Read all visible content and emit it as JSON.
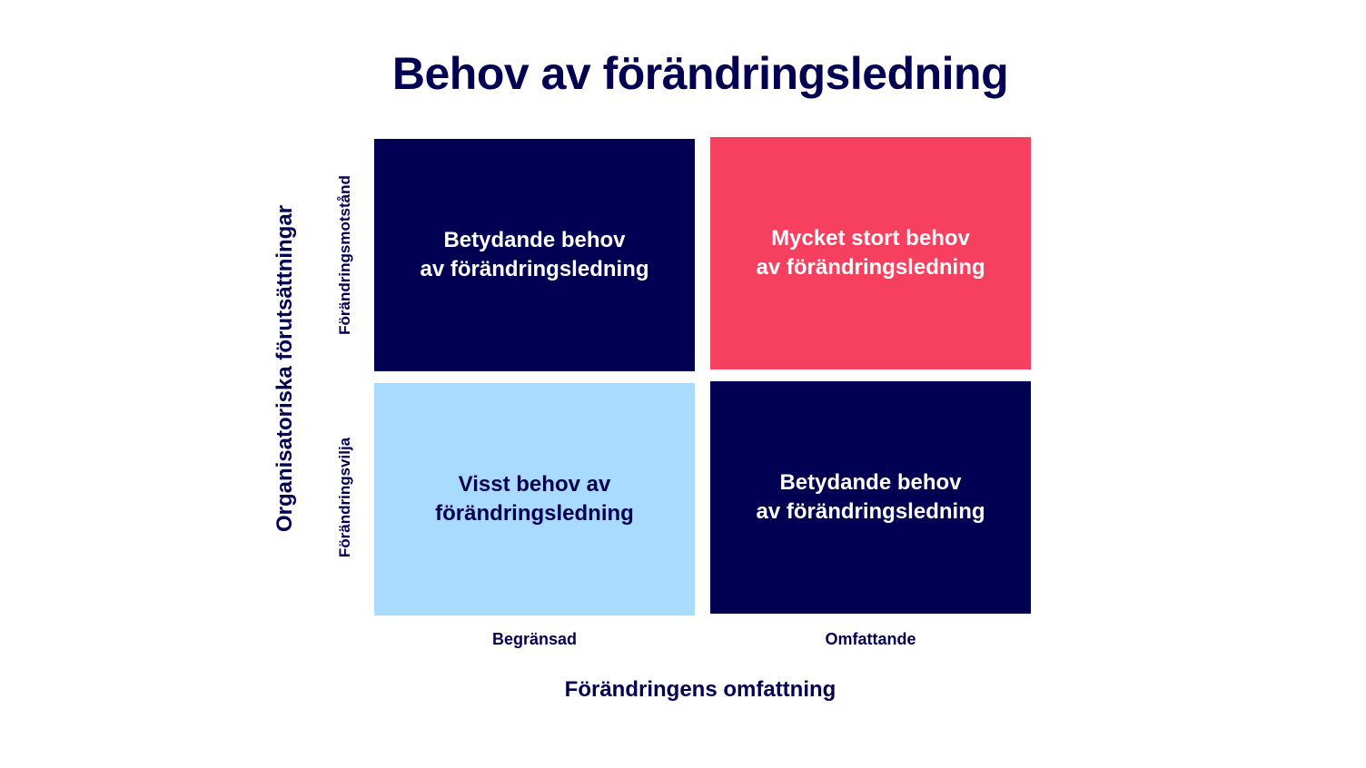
{
  "title": "Behov av förändringsledning",
  "colors": {
    "navy": "#020053",
    "pink": "#F73F5F",
    "light_blue": "#A8DBFF"
  },
  "y_axis": {
    "title": "Organisatoriska förutsättningar",
    "top_label": "Förändringsmotstånd",
    "bottom_label": "Förändringsvilja"
  },
  "x_axis": {
    "title": "Förändringens omfattning",
    "left_label": "Begränsad",
    "right_label": "Omfattande"
  },
  "quadrants": {
    "top_left": "Betydande behov\nav förändringsledning",
    "top_right": "Mycket stort behov\nav förändringsledning",
    "bottom_left": "Visst behov av\nförändringsledning",
    "bottom_right": "Betydande behov\nav förändringsledning"
  }
}
